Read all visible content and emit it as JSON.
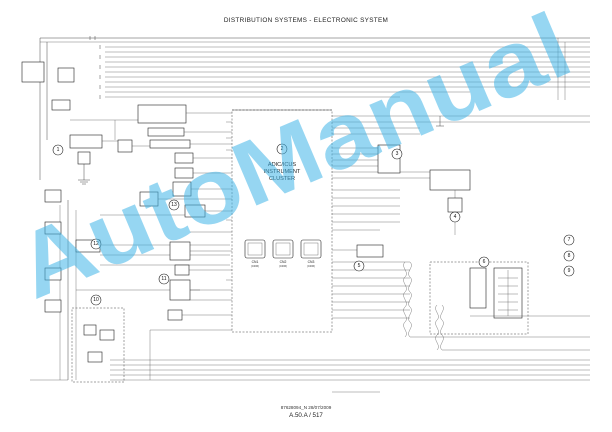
{
  "header": {
    "title": "DISTRIBUTION SYSTEMS - ELECTRONIC SYSTEM"
  },
  "footer": {
    "doc_number": "87628094_N 28/07/2009",
    "page_ref": "A.50.A / 517"
  },
  "watermark": {
    "text": "AutoManual",
    "color": "#3fb4e8"
  },
  "cluster": {
    "name_line1": "ADIC/ICUS",
    "name_line2": "INSTRUMENT",
    "name_line3": "CLUSTER"
  },
  "connectors": [
    {
      "name": "CN1",
      "code": "(C006)"
    },
    {
      "name": "CN2",
      "code": "(C006)"
    },
    {
      "name": "CN3",
      "code": "(C006)"
    }
  ],
  "callouts": [
    "1",
    "2",
    "3",
    "4",
    "5",
    "6",
    "7",
    "8",
    "9",
    "10",
    "11",
    "12",
    "13"
  ]
}
